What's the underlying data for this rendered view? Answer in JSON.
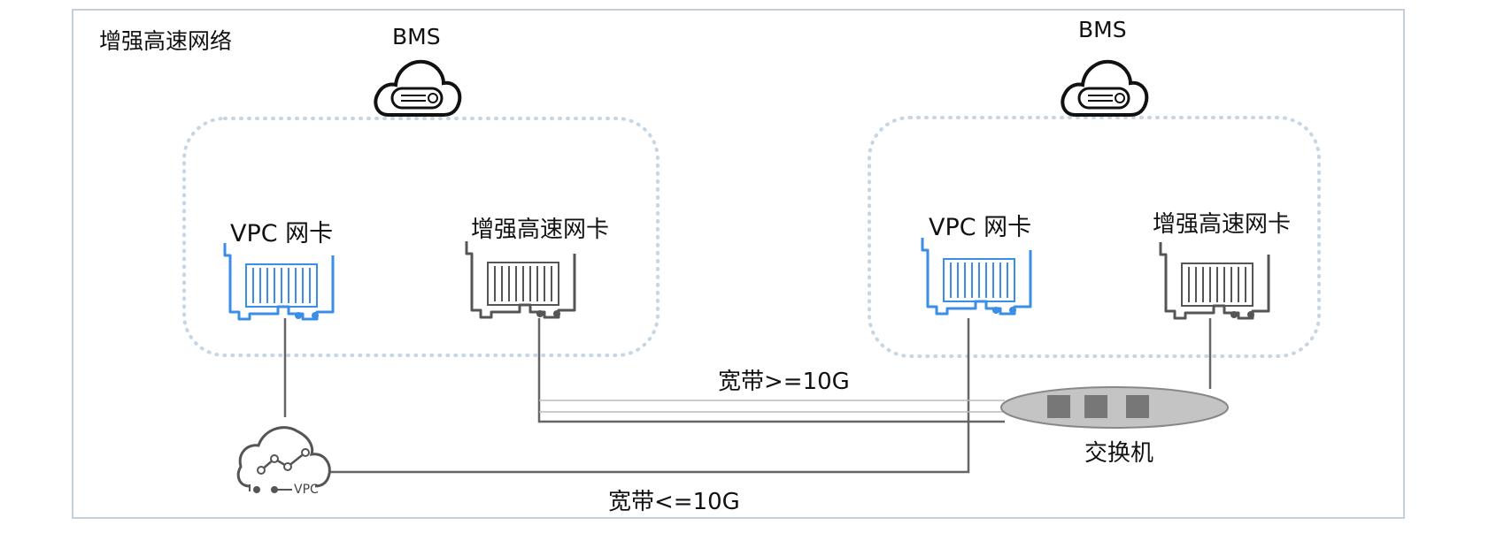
{
  "panel": {
    "title": "增强高速网络"
  },
  "hosts": [
    {
      "label": "BMS",
      "nic_vpc": "VPC 网卡",
      "nic_enhanced": "增强高速网卡"
    },
    {
      "label": "BMS",
      "nic_vpc": "VPC 网卡",
      "nic_enhanced": "增强高速网卡"
    }
  ],
  "switch": {
    "label": "交换机"
  },
  "vpc_router": {
    "label": "VPC"
  },
  "links": {
    "high_bandwidth": "宽带>=10G",
    "low_bandwidth": "宽带<=10G"
  },
  "colors": {
    "vpc_nic": "#3a8ee6",
    "enhanced_nic": "#555555",
    "dotted_border": "#c5d6e4",
    "switch_fill": "#c4c4c4"
  }
}
